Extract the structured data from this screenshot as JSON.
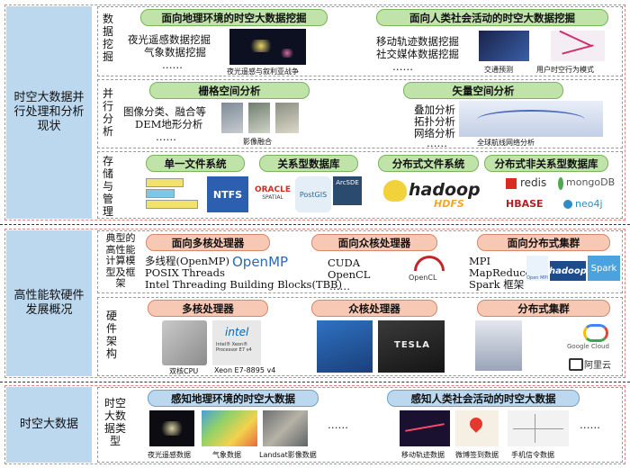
{
  "sections": {
    "s1": "时空大数据并行处理和分析现状",
    "s2": "高性能软硬件发展概况",
    "s3": "时空大数据"
  },
  "mining": {
    "label": "数据挖掘",
    "pill_geo": "面向地理环境的时空大数据挖掘",
    "pill_human": "面向人类社会活动的时空大数据挖掘",
    "geo_items": [
      "夜光遥感数据挖掘",
      "气象数据挖掘",
      "……"
    ],
    "geo_caption": "夜光遥感与叙利亚战争",
    "human_items": [
      "移动轨迹数据挖掘",
      "社交媒体数据挖掘",
      "……"
    ],
    "human_cap1": "交通预测",
    "human_cap2": "用户时空行为模式"
  },
  "parallel": {
    "label": "并行分析",
    "pill_raster": "栅格空间分析",
    "pill_vector": "矢量空间分析",
    "raster_items": [
      "图像分类、融合等",
      "DEM地形分析",
      "……"
    ],
    "raster_caption": "影像融合",
    "vector_items": [
      "叠加分析",
      "拓扑分析",
      "网络分析",
      "……"
    ],
    "vector_caption": "全球航线网络分析"
  },
  "storage": {
    "label": "存储与管理",
    "pill_single": "单一文件系统",
    "pill_rel": "关系型数据库",
    "pill_dfs": "分布式文件系统",
    "pill_nosql": "分布式非关系型数据库",
    "logo_ntfs": "NTFS",
    "logo_oracle": "ORACLE",
    "logo_oracle_sub": "SPATIAL",
    "logo_postgis": "PostGIS",
    "logo_arcsde": "ArcSDE",
    "logo_hadoop": "hadoop",
    "logo_hdfs": "HDFS",
    "logo_redis": "redis",
    "logo_mongo": "mongoDB",
    "logo_hbase": "HBASE",
    "logo_neo4j": "neo4j"
  },
  "software": {
    "label": "典型的高性能计算模型及框架",
    "pill_multicore": "面向多核处理器",
    "pill_manycore": "面向众核处理器",
    "pill_dist": "面向分布式集群",
    "multicore_items": [
      "多线程(OpenMP)",
      "POSIX Threads",
      "Intel Threading Building Blocks(TBB)"
    ],
    "manycore_items": [
      "CUDA",
      "OpenCL",
      "……"
    ],
    "dist_items": [
      "MPI",
      "MapReduce",
      "Spark  框架"
    ],
    "logo_openmp": "OpenMP",
    "logo_opencl": "OpenCL",
    "logo_openmpi": "Open MPI",
    "logo_hadoop_mr": "hadoop",
    "logo_spark": "Spark"
  },
  "hardware": {
    "label": "硬件架构",
    "pill_multicore": "多核处理器",
    "pill_manycore": "众核处理器",
    "pill_cluster": "分布式集群",
    "cap_dual": "双核CPU",
    "cap_xeon": "Xeon E7-8895 v4",
    "logo_intel": "intel",
    "logo_xeon_text": "Intel® Xeon® Processor E7 v4",
    "logo_tesla": "TESLA",
    "logo_gcloud": "Google Cloud",
    "logo_aliyun": "阿里云"
  },
  "bigdata": {
    "label": "时空大数据类型",
    "pill_geo": "感知地理环境的时空大数据",
    "pill_human": "感知人类社会活动的时空大数据",
    "cap_night": "夜光遥感数据",
    "cap_weather": "气象数据",
    "cap_landsat": "Landsat影像数据",
    "ellipsis_geo": "……",
    "cap_traj": "移动轨迹数据",
    "cap_weibo": "微博签到数据",
    "cap_phone": "手机信令数据",
    "ellipsis_human": "……"
  },
  "colors": {
    "section_bg": "#bcd8ef",
    "group_border": "#e08080",
    "pill_green": "#bfe3a9",
    "pill_orange": "#f7c9b4",
    "pill_blue": "#bcd8ef"
  }
}
